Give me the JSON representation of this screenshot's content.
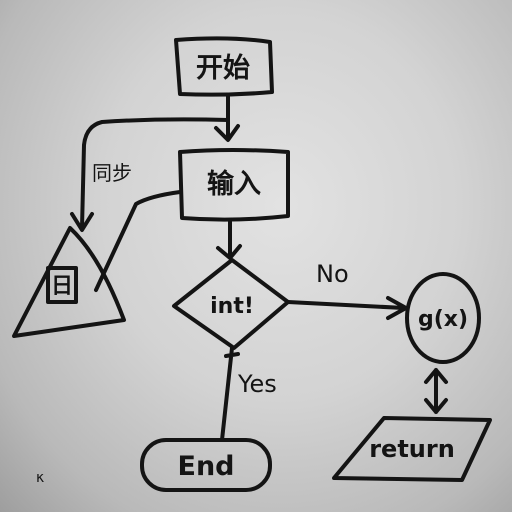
{
  "nodes": {
    "start": "开始",
    "input": "输入",
    "decision": "int!",
    "function": "g(x)",
    "return": "return",
    "end": "End",
    "database": "日"
  },
  "edges": {
    "no": "No",
    "yes": "Yes",
    "sync": "同步"
  },
  "marks": {
    "corner": "κ"
  }
}
